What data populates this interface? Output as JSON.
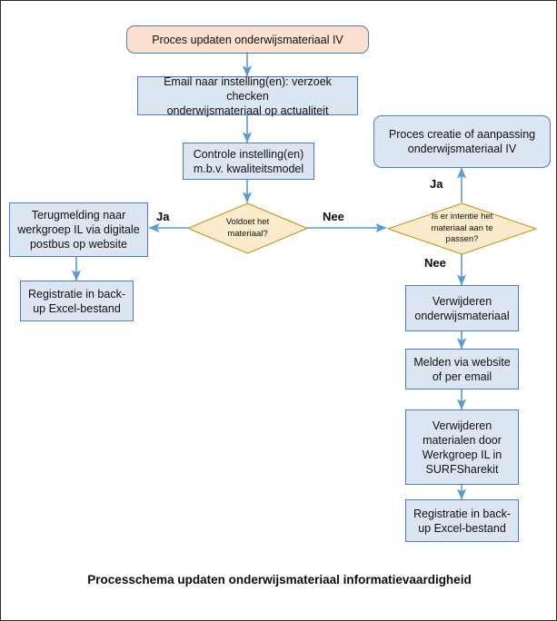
{
  "diagram": {
    "title": "Processchema updaten onderwijsmateriaal informatievaardigheid",
    "colors": {
      "process_fill": "#dce6f2",
      "process_border": "#4a7ebb",
      "terminator_peach_fill": "#fbe0ce",
      "decision_fill": "#faebcd",
      "decision_border": "#bf9000",
      "connector": "#5b9bd5",
      "text": "#101010"
    },
    "nodes": {
      "start_update": {
        "label": "Proces updaten onderwijsmateriaal IV",
        "shape": "terminator"
      },
      "email_request": {
        "label": "Email naar instelling(en): verzoek checken\nonderwijsmateriaal op actualiteit",
        "shape": "process"
      },
      "control_check": {
        "label": "Controle instelling(en)\nm.b.v. kwaliteitsmodel",
        "shape": "process"
      },
      "decision_material_ok": {
        "label": "Voldoet het\nmateriaal?",
        "shape": "decision"
      },
      "feedback_workgroup": {
        "label": "Terugmelding naar\nwerkgroep IL via digitale\npostbus op website",
        "shape": "process"
      },
      "register_backup_left": {
        "label": "Registratie in back-\nup Excel-bestand",
        "shape": "process"
      },
      "decision_intent_adjust": {
        "label": "Is er intentie het\nmateriaal aan te\npassen?",
        "shape": "decision"
      },
      "process_create_adjust": {
        "label": "Proces creatie of aanpassing\nonderwijsmateriaal IV",
        "shape": "terminator"
      },
      "remove_material": {
        "label": "Verwijderen\nonderwijsmateriaal",
        "shape": "process"
      },
      "report_website_email": {
        "label": "Melden via website\nof per email",
        "shape": "process"
      },
      "remove_by_workgroup": {
        "label": "Verwijderen\nmaterialen door\nWerkgroep IL in\nSURFSharekit",
        "shape": "process"
      },
      "register_backup_right": {
        "label": "Registratie in back-\nup Excel-bestand",
        "shape": "process"
      }
    },
    "edge_labels": {
      "material_yes": "Ja",
      "material_no": "Nee",
      "intent_yes": "Ja",
      "intent_no": "Nee"
    }
  }
}
